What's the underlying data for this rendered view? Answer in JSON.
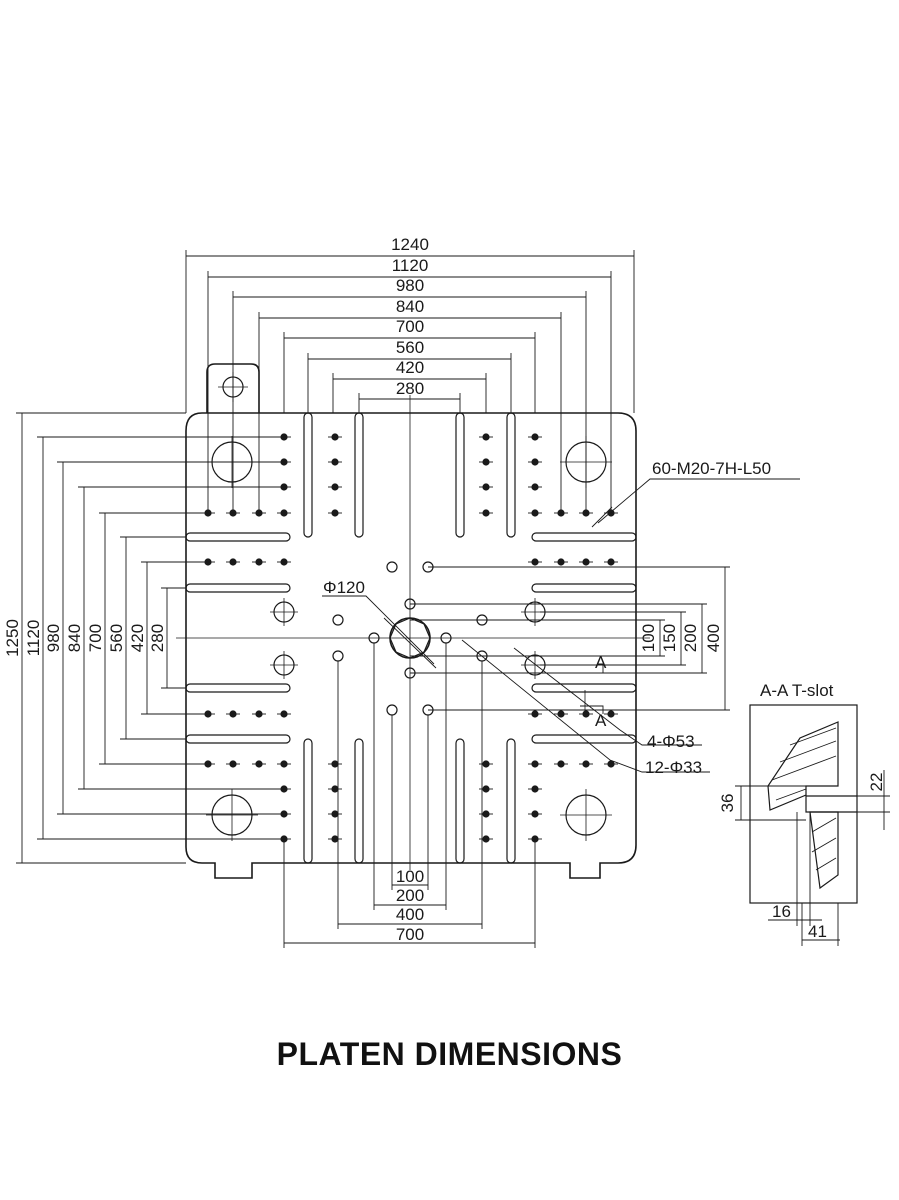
{
  "title": "PLATEN DIMENSIONS",
  "colors": {
    "ink": "#1a1a1a",
    "background": "#ffffff"
  },
  "dims_horizontal": [
    "1240",
    "1120",
    "980",
    "840",
    "700",
    "560",
    "420",
    "280"
  ],
  "dims_vertical": [
    "1250",
    "1120",
    "980",
    "840",
    "700",
    "560",
    "420",
    "280"
  ],
  "dims_bottom": [
    "100",
    "200",
    "400",
    "700"
  ],
  "dims_right": [
    "100",
    "150",
    "200",
    "400"
  ],
  "callouts": {
    "tap_holes": "60-M20-7H-L50",
    "center_hole": "Φ120",
    "large_holes": "4-Φ53",
    "small_holes": "12-Φ33",
    "section_mark": "A"
  },
  "tslot": {
    "title": "A-A T-slot",
    "d36": "36",
    "d22": "22",
    "d16": "16",
    "d41": "41"
  }
}
